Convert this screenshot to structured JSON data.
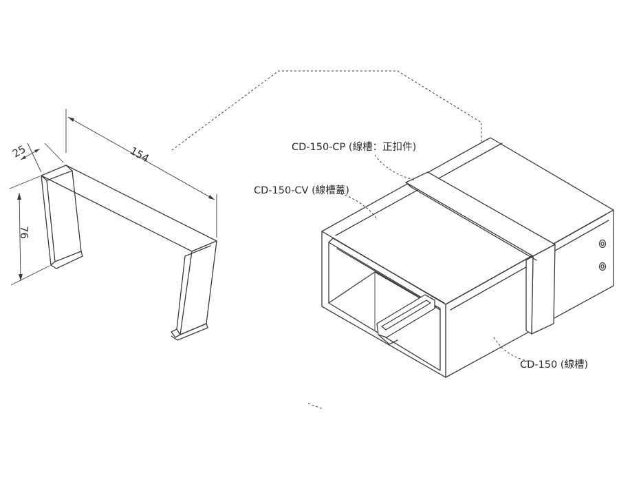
{
  "dimensions": {
    "width_label": "25",
    "length_label": "154",
    "height_label": "76"
  },
  "labels": {
    "cover_plate": "CD-150-CP (線槽：正扣件)",
    "cover": "CD-150-CV (線槽蓋)",
    "duct": "CD-150 (線槽)"
  }
}
